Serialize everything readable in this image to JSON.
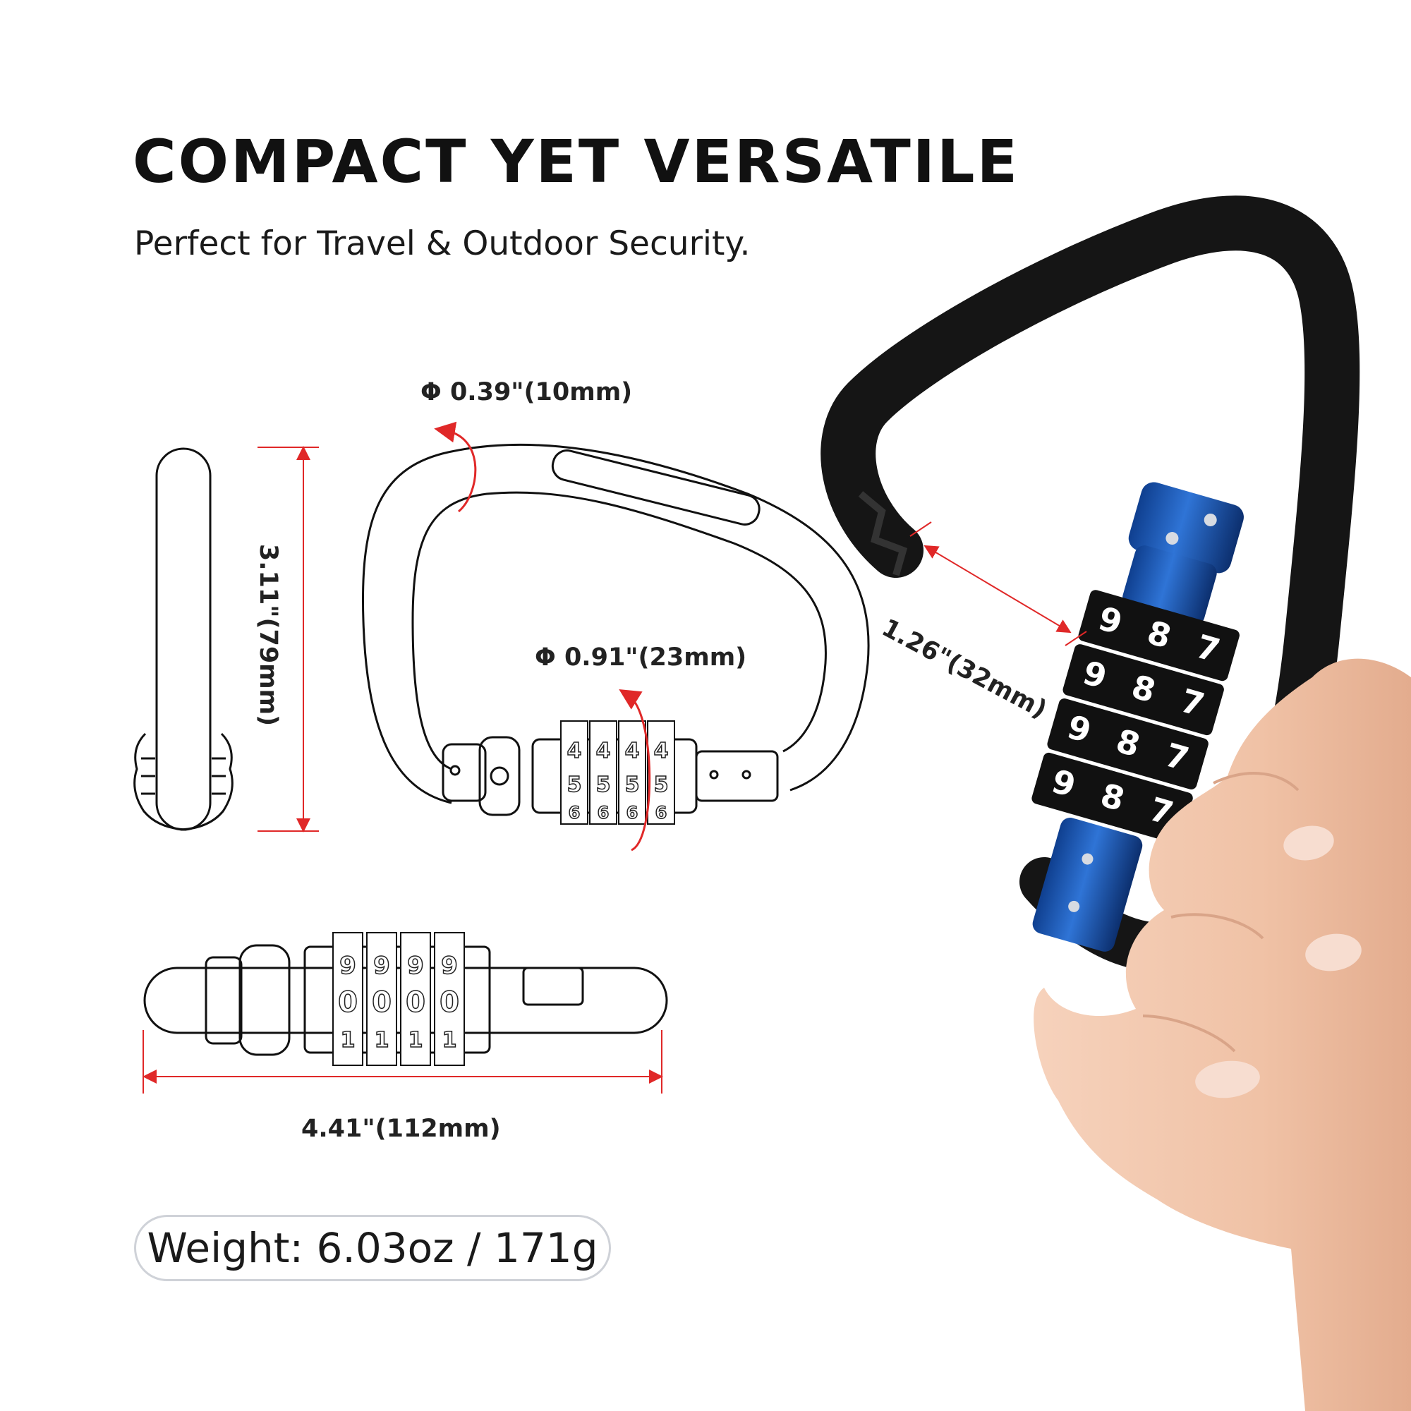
{
  "header": {
    "title": "COMPACT YET VERSATILE",
    "subtitle": "Perfect for Travel & Outdoor Security."
  },
  "dimensions": {
    "rod_diameter": "Φ 0.39\"(10mm)",
    "height": "3.11\"(79mm)",
    "lock_diameter": "Φ 0.91\"(23mm)",
    "gate_opening": "1.26\"(32mm)",
    "length": "4.41\"(112mm)"
  },
  "weight": {
    "label": "Weight: 6.03oz / 171g"
  },
  "dials": {
    "side_view_rows": [
      "4",
      "5",
      "6"
    ],
    "bottom_view_rows": [
      "9",
      "0",
      "1"
    ],
    "photo_rows": [
      "9",
      "8",
      "7"
    ]
  },
  "colors": {
    "dimension_line": "#e02828",
    "carabiner_body": "#151515",
    "lock_sleeve": "#1f5fbf",
    "skin": "#f2c7ad"
  },
  "icons": {
    "rotation_arrow": "rotation-arrow-icon",
    "carabiner_drawing": "carabiner-outline-drawing",
    "product_photo": "hand-holding-carabiner-photo"
  }
}
